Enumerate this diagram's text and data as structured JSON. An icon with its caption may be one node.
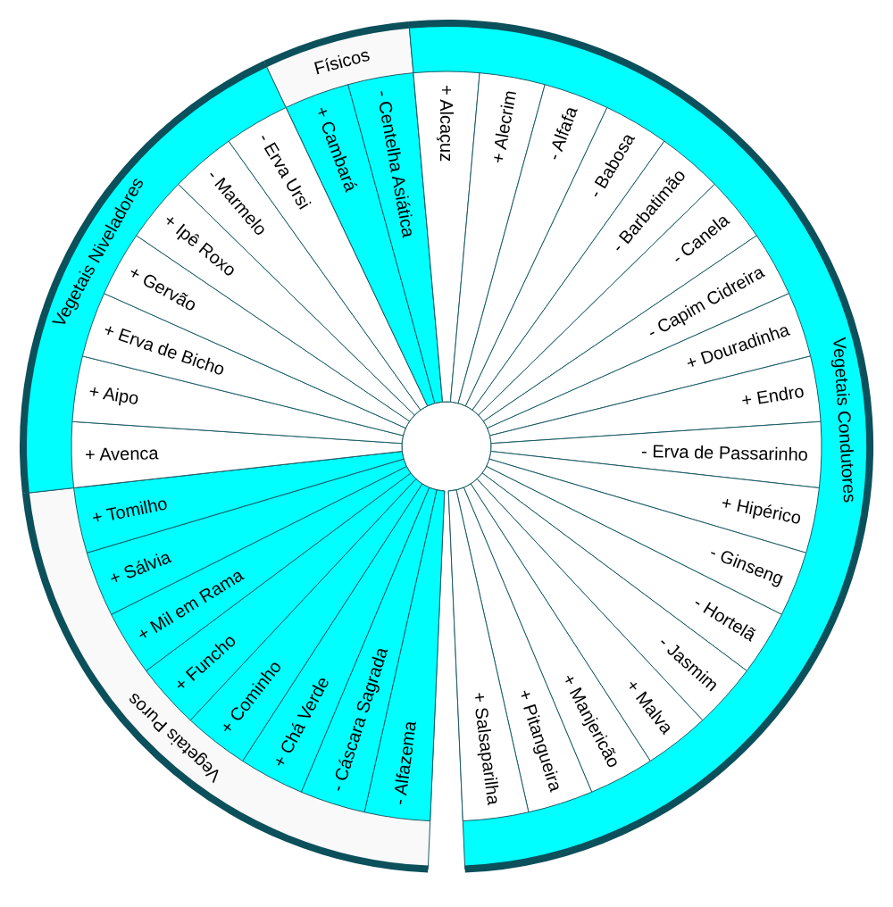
{
  "diagram": {
    "nodes": [
      {
        "text": [
          "Físicos"
        ]
      },
      {
        "text": [
          "+ Cambará"
        ],
        "in": 0
      },
      {
        "text": [
          "- Centelha Asiática"
        ],
        "in": 0
      },
      {
        "text": [
          "Vegetais Condutores"
        ]
      },
      {
        "text": [
          "+ Alcaçuz"
        ],
        "in": 3
      },
      {
        "text": [
          "+ Alecrim"
        ],
        "in": 3
      },
      {
        "text": [
          "- Alfafa"
        ],
        "in": 3
      },
      {
        "text": [
          "- Babosa"
        ],
        "in": 3
      },
      {
        "text": [
          "- Barbatimão"
        ],
        "in": 3
      },
      {
        "text": [
          "- Canela"
        ],
        "in": 3
      },
      {
        "text": [
          "- Capim Cidreira"
        ],
        "in": 3
      },
      {
        "text": [
          "+ Douradinha"
        ],
        "in": 3
      },
      {
        "text": [
          "+ Endro"
        ],
        "in": 3
      },
      {
        "text": [
          "- Erva de Passarinho"
        ],
        "in": 3
      },
      {
        "text": [
          "+ Hipérico"
        ],
        "in": 3
      },
      {
        "text": [
          "- Ginseng"
        ],
        "in": 3
      },
      {
        "text": [
          "- Hortelã"
        ],
        "in": 3
      },
      {
        "text": [
          "- Jasmim"
        ],
        "in": 3
      },
      {
        "text": [
          "+ Malva"
        ],
        "in": 3
      },
      {
        "text": [
          "+ Manjericão"
        ],
        "in": 3
      },
      {
        "text": [
          "+ Pitangueira"
        ],
        "in": 3
      },
      {
        "text": [
          "+ Salsaparilha"
        ],
        "in": 3
      },
      {
        "text": [
          "Vegetais Puros"
        ]
      },
      {
        "text": [
          "- Alfazema"
        ],
        "in": 22
      },
      {
        "text": [
          "- Cáscara Sagrada"
        ],
        "in": 22
      },
      {
        "text": [
          "+ Chá Verde"
        ],
        "in": 22
      },
      {
        "text": [
          "+ Cominho"
        ],
        "in": 22
      },
      {
        "text": [
          "+ Funcho"
        ],
        "in": 22
      },
      {
        "text": [
          "+ Mil em Rama"
        ],
        "in": 22
      },
      {
        "text": [
          "+ Sálvia"
        ],
        "in": 22
      },
      {
        "text": [
          "+ Tomilho"
        ],
        "in": 22
      },
      {
        "text": [
          "Vegetais Niveladores"
        ]
      },
      {
        "text": [
          "+ Avenca"
        ],
        "in": 31
      },
      {
        "text": [
          "+ Aipo"
        ],
        "in": 31
      },
      {
        "text": [
          "+ Erva de Bicho"
        ],
        "in": 31
      },
      {
        "text": [
          "+ Gervão"
        ],
        "in": 31
      },
      {
        "text": [
          "+ Ipê Roxo"
        ],
        "in": 31
      },
      {
        "text": [
          "- Marmelo"
        ],
        "in": 31
      },
      {
        "text": [
          "- Erva Ursi"
        ],
        "in": 31
      }
    ]
  }
}
